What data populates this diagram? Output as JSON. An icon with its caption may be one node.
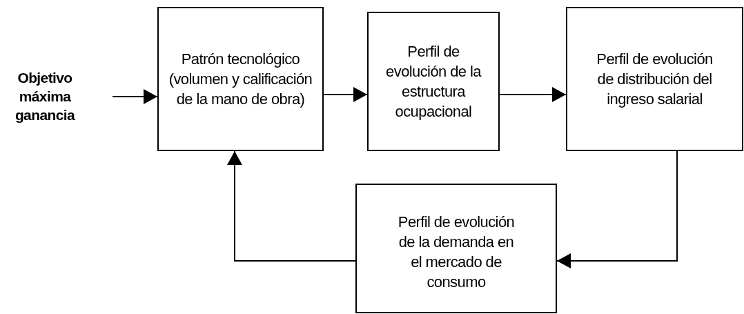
{
  "diagram": {
    "nodes": [
      {
        "text": [
          "Objetivo máxima ganancia"
        ]
      },
      {
        "text": [
          "Patrón tecnológico (volumen y calificación de la mano de obra)"
        ]
      },
      {
        "text": [
          "Perfil de evolución de la estructura ocupacional"
        ]
      },
      {
        "text": [
          "Perfil de evolución de distribución del ingreso salarial"
        ]
      },
      {
        "text": [
          "Perfil de evolución de la demanda en el mercado de consumo"
        ]
      }
    ],
    "edges": [
      {
        "from": 0,
        "to": 1,
        "arrow": "to"
      },
      {
        "from": 1,
        "to": 2,
        "arrow": "to"
      },
      {
        "from": 2,
        "to": 3,
        "arrow": "to"
      },
      {
        "from": 3,
        "to": 4,
        "arrow": "to"
      },
      {
        "from": 4,
        "to": 1,
        "arrow": "to"
      }
    ]
  }
}
